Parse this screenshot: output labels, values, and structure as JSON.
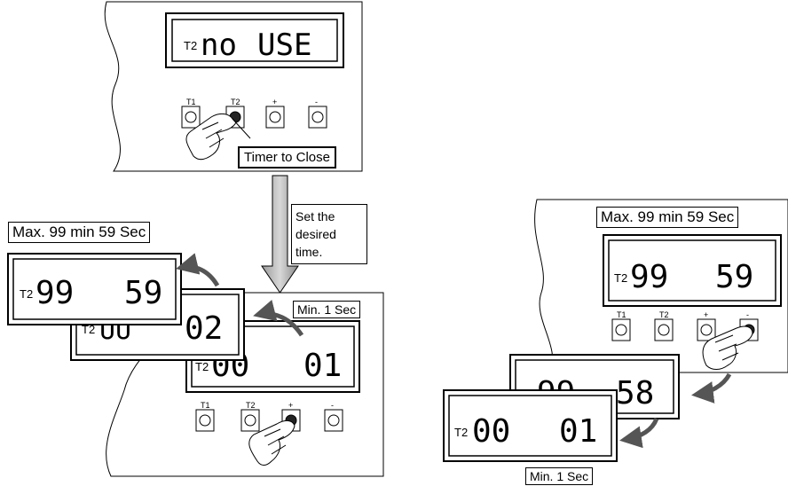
{
  "top_panel": {
    "display": {
      "prefix": "T2",
      "left": "no",
      "right": "USE"
    },
    "buttons": [
      "T1",
      "T2",
      "+",
      "-"
    ],
    "caption": "Timer to Close"
  },
  "arrow_note": {
    "line1": "Set the",
    "line2": "desired time."
  },
  "left_group": {
    "max_label": "Max. 99 min  59 Sec",
    "min_label": "Min. 1 Sec",
    "display_front": {
      "prefix": "T2",
      "left": "99",
      "right": "59"
    },
    "display_middle": {
      "prefix": "T2",
      "left": "UU",
      "right": "02"
    },
    "display_back": {
      "prefix": "T2",
      "left": "00",
      "right": "01"
    },
    "buttons": [
      "T1",
      "T2",
      "+",
      "-"
    ]
  },
  "right_group": {
    "max_label": "Max. 99 min  59 Sec",
    "min_label": "Min. 1 Sec",
    "display_top": {
      "prefix": "T2",
      "left": "99",
      "right": "59"
    },
    "display_middle": {
      "left": "99",
      "right": "58"
    },
    "display_front": {
      "prefix": "T2",
      "left": "00",
      "right": "01"
    },
    "buttons": [
      "T1",
      "T2",
      "+",
      "-"
    ]
  }
}
